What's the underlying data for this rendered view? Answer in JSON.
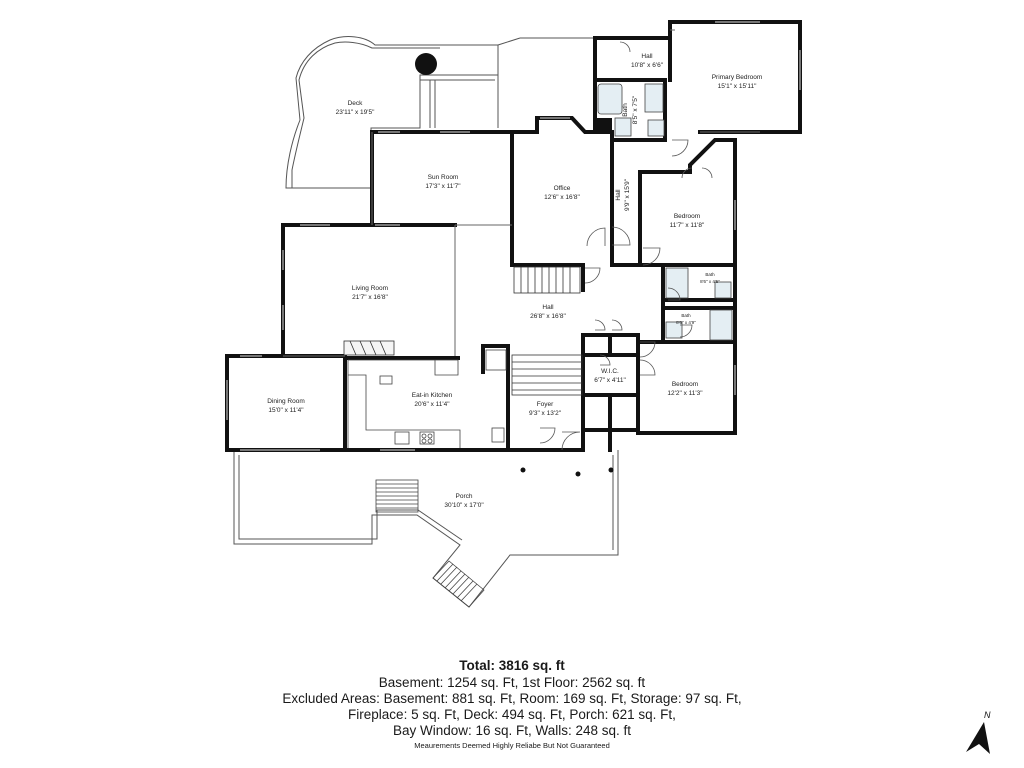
{
  "rooms": [
    {
      "id": "deck",
      "name": "Deck",
      "dims": "23'11\" x 19'5\""
    },
    {
      "id": "hall-top",
      "name": "Hall",
      "dims": "10'8\" x 6'6\""
    },
    {
      "id": "primary-bedroom",
      "name": "Primary Bedroom",
      "dims": "15'1\" x 15'11\""
    },
    {
      "id": "bath-primary",
      "name": "Bath",
      "dims": "8'5\" x 7'5\""
    },
    {
      "id": "sun-room",
      "name": "Sun Room",
      "dims": "17'3\" x 11'7\""
    },
    {
      "id": "office",
      "name": "Office",
      "dims": "12'6\" x 16'8\""
    },
    {
      "id": "hall-side",
      "name": "Hall",
      "dims": "9'9\" x 15'9\""
    },
    {
      "id": "bedroom-1",
      "name": "Bedroom",
      "dims": "11'7\" x 11'8\""
    },
    {
      "id": "living-room",
      "name": "Living Room",
      "dims": "21'7\" x 16'8\""
    },
    {
      "id": "bath-2",
      "name": "Bath",
      "dims": "8'6\" x 4'5\""
    },
    {
      "id": "hall-main",
      "name": "Hall",
      "dims": "26'8\" x 16'8\""
    },
    {
      "id": "bath-3",
      "name": "Bath",
      "dims": "8'6\" x 4'9\""
    },
    {
      "id": "wic",
      "name": "W.I.C.",
      "dims": "6'7\" x 4'11\""
    },
    {
      "id": "bedroom-2",
      "name": "Bedroom",
      "dims": "12'2\" x 11'3\""
    },
    {
      "id": "dining-room",
      "name": "Dining Room",
      "dims": "15'0\" x 11'4\""
    },
    {
      "id": "kitchen",
      "name": "Eat-in Kitchen",
      "dims": "20'6\" x 11'4\""
    },
    {
      "id": "foyer",
      "name": "Foyer",
      "dims": "9'3\" x 13'2\""
    },
    {
      "id": "porch",
      "name": "Porch",
      "dims": "30'10\" x 17'0\""
    }
  ],
  "summary": {
    "total": "Total: 3816 sq. ft",
    "lines": [
      "Basement: 1254 sq. Ft, 1st Floor: 2562 sq. ft",
      "Excluded Areas: Basement: 881 sq. Ft, Room: 169 sq. Ft, Storage: 97 sq. Ft,",
      "Fireplace: 5 sq. Ft, Deck: 494 sq. Ft, Porch: 621 sq. Ft,",
      "Bay Window: 16 sq. Ft, Walls: 248 sq. ft"
    ],
    "disclaimer": "Meaurements Deemed Highly Reliabe But Not Guaranteed"
  },
  "compass": {
    "label": "N",
    "icon": "north-arrow-icon"
  },
  "colors": {
    "wall": "#111111",
    "thin": "#555555",
    "fixture_fill": "#e4eef3"
  }
}
